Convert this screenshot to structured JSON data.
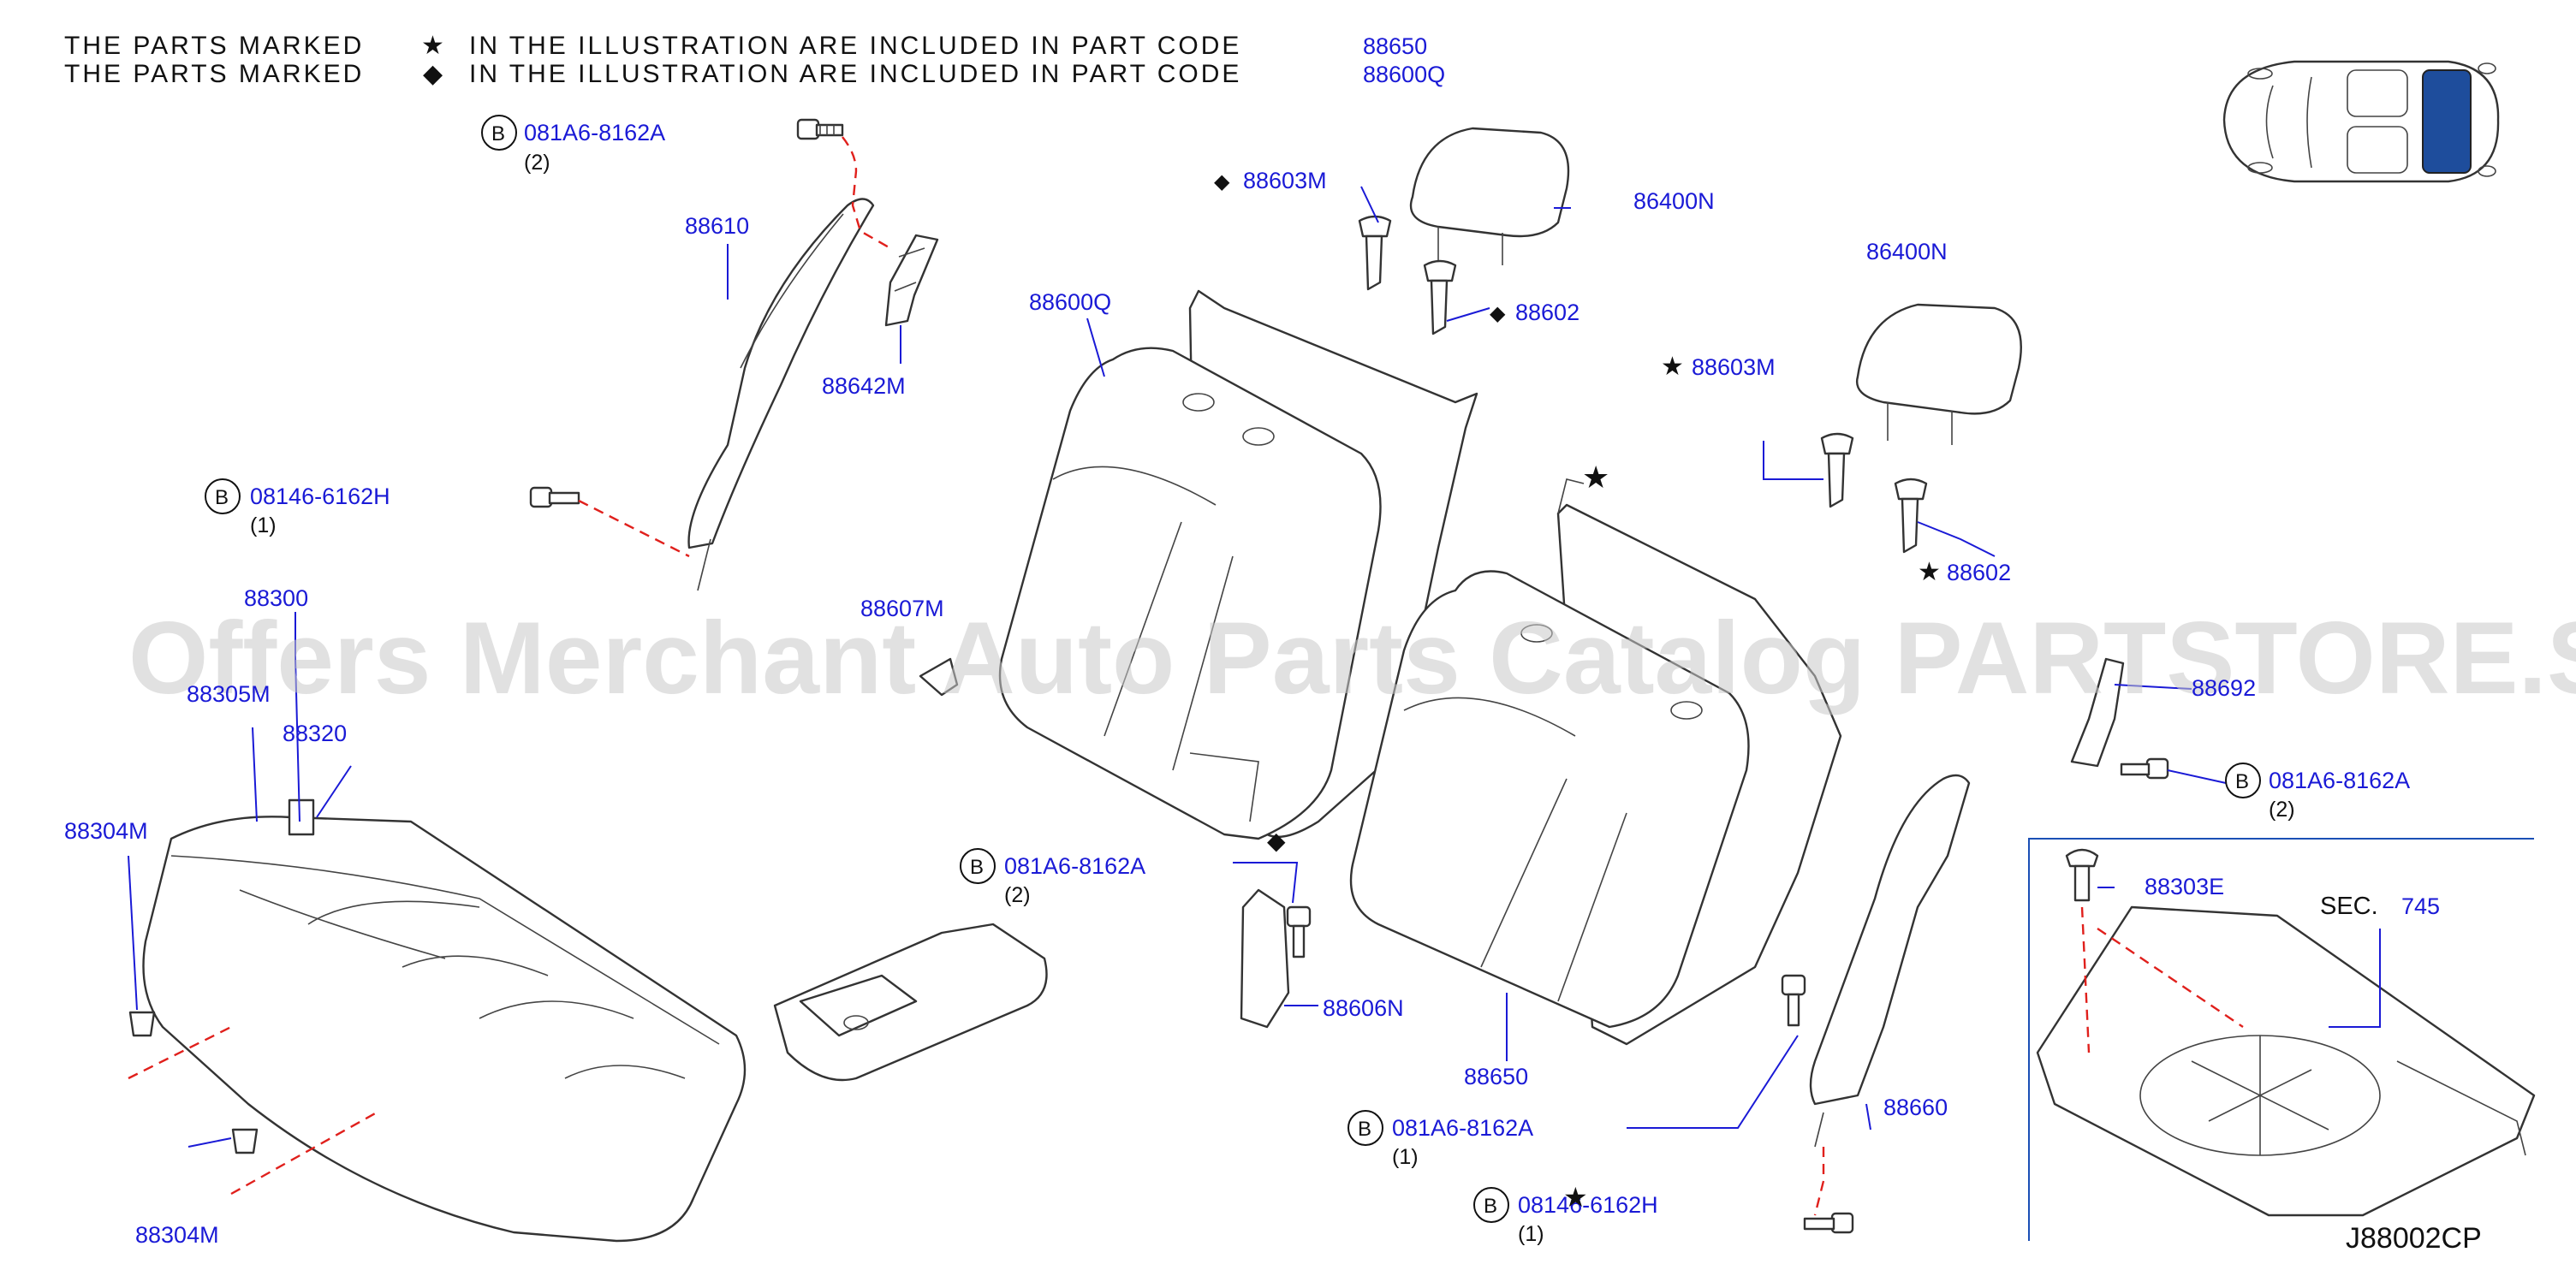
{
  "header": {
    "line1": {
      "lead": "THE PARTS MARKED",
      "mark": "★",
      "tail": "IN THE ILLUSTRATION ARE INCLUDED IN PART CODE",
      "codes": "88650"
    },
    "line2": {
      "lead": "THE PARTS MARKED",
      "mark": "◆",
      "tail": "IN THE ILLUSTRATION ARE INCLUDED IN PART CODE",
      "codes": "88600Q"
    }
  },
  "watermark": "Offers Merchant Auto Parts Catalog PARTSTORE.SA",
  "diagram_code": "J88002CP",
  "section_ref": {
    "prefix": "SEC.",
    "number": "745"
  },
  "bolt_badge": "B",
  "markers": {
    "star": "★",
    "diamond": "◆"
  },
  "parts": {
    "p_081a6_top": {
      "number": "081A6-8162A",
      "qty": "(2)"
    },
    "p_88610": {
      "number": "88610"
    },
    "p_88642m": {
      "number": "88642M"
    },
    "p_08146_left": {
      "number": "08146-6162H",
      "qty": "(1)"
    },
    "p_88300": {
      "number": "88300"
    },
    "p_88305m": {
      "number": "88305M"
    },
    "p_88320": {
      "number": "88320"
    },
    "p_88304m_a": {
      "number": "88304M"
    },
    "p_88304m_b": {
      "number": "88304M"
    },
    "p_88603m_a": {
      "number": "88603M"
    },
    "p_86400n_a": {
      "number": "86400N"
    },
    "p_88602_a": {
      "number": "88602"
    },
    "p_88600q": {
      "number": "88600Q"
    },
    "p_88607m": {
      "number": "88607M"
    },
    "p_081a6_mid": {
      "number": "081A6-8162A",
      "qty": "(2)"
    },
    "p_88606n": {
      "number": "88606N"
    },
    "p_88650": {
      "number": "88650"
    },
    "p_081a6_low": {
      "number": "081A6-8162A",
      "qty": "(1)"
    },
    "p_08146_low": {
      "number": "08146-6162H",
      "qty": "(1)"
    },
    "p_86400n_b": {
      "number": "86400N"
    },
    "p_88603m_b": {
      "number": "88603M"
    },
    "p_88602_b": {
      "number": "88602"
    },
    "p_88692": {
      "number": "88692"
    },
    "p_081a6_right": {
      "number": "081A6-8162A",
      "qty": "(2)"
    },
    "p_88660": {
      "number": "88660"
    },
    "p_88303e": {
      "number": "88303E"
    }
  }
}
